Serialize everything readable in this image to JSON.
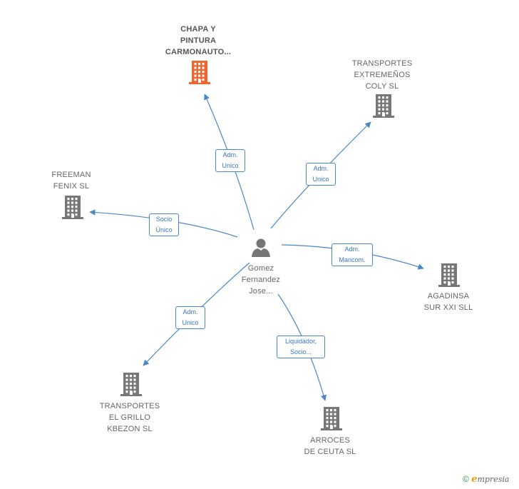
{
  "center": {
    "name_lines": [
      "Gomez",
      "Fernandez",
      "Jose..."
    ],
    "icon": "person-icon"
  },
  "companies": [
    {
      "id": "chapa",
      "lines": [
        "CHAPA Y",
        "PINTURA",
        "CARMONAUTO..."
      ],
      "icon": "building-icon",
      "color": "#f26531",
      "focus": true
    },
    {
      "id": "transportes-extremenos",
      "lines": [
        "TRANSPORTES",
        "EXTREMEÑOS",
        "COLY SL"
      ],
      "icon": "building-icon",
      "color": "#777777"
    },
    {
      "id": "freeman",
      "lines": [
        "FREEMAN",
        "FENIX SL"
      ],
      "icon": "building-icon",
      "color": "#777777"
    },
    {
      "id": "agadinsa",
      "lines": [
        "AGADINSA",
        "SUR XXI SLL"
      ],
      "icon": "building-icon",
      "color": "#777777"
    },
    {
      "id": "transportes-grillo",
      "lines": [
        "TRANSPORTES",
        "EL GRILLO",
        "KBEZON  SL"
      ],
      "icon": "building-icon",
      "color": "#777777"
    },
    {
      "id": "arroces",
      "lines": [
        "ARROCES",
        "DE CEUTA SL"
      ],
      "icon": "building-icon",
      "color": "#777777"
    }
  ],
  "relations": [
    {
      "to": "chapa",
      "lines": [
        "Adm.",
        "Unico"
      ]
    },
    {
      "to": "transportes-extremenos",
      "lines": [
        "Adm.",
        "Unico"
      ]
    },
    {
      "to": "freeman",
      "lines": [
        "Socio",
        "Único"
      ]
    },
    {
      "to": "agadinsa",
      "lines": [
        "Adm.",
        "Mancom."
      ]
    },
    {
      "to": "transportes-grillo",
      "lines": [
        "Adm.",
        "Unico"
      ]
    },
    {
      "to": "arroces",
      "lines": [
        "Liquidador,",
        "Socio..."
      ]
    }
  ],
  "colors": {
    "edge": "#4a86c8",
    "building_default": "#777777",
    "building_focus": "#f26531",
    "person": "#777777"
  },
  "footer": {
    "copyright": "©",
    "brand_initial": "e",
    "brand_rest": "mpresia"
  }
}
